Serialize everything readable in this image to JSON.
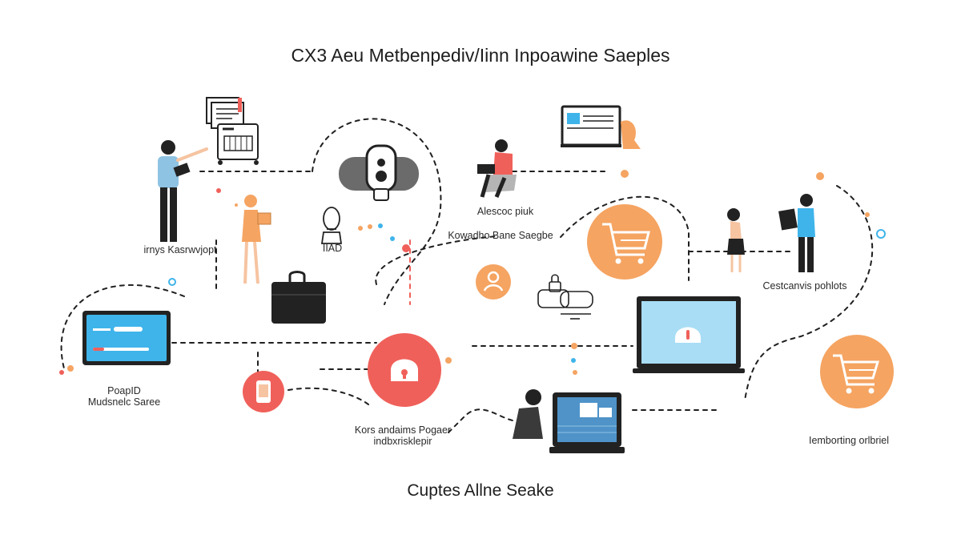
{
  "title": "CX3 Aeu Metbenpediv/Iinn Inpoawine Saeples",
  "footer": "Cuptes Allne Seake",
  "labels": {
    "left_person": "irnys Kasrwvjopt",
    "robot": "IIAD",
    "seated_person": "Alescoc piuk",
    "middle_caption": "Kowadho Bane Saegbe",
    "right_pair": "Cestcanvis pohlots",
    "left_card_line1": "PoapID",
    "left_card_line2": "Mudsnelc Saree",
    "center_line1": "Kors andaims Pogaer",
    "center_line2": "indbxrisklepir",
    "right_bottom": "Iemborting orlbriel"
  },
  "colors": {
    "coral": "#f0605a",
    "orange": "#f5a462",
    "sky": "#3fb4ea",
    "dark": "#222222",
    "line": "#1f1f1f"
  },
  "icons": [
    "document-stack-icon",
    "chart-terminal-icon",
    "person-tablet-icon",
    "woman-box-icon",
    "camera-security-icon",
    "robot-head-icon",
    "seated-laptop-person-icon",
    "monitor-chat-icon",
    "shopping-cart-icon",
    "user-circle-icon",
    "lock-chat-icon",
    "woman-icon",
    "man-laptop-icon",
    "payment-card-icon",
    "briefcase-icon",
    "padlock-icon",
    "phone-icon",
    "laptop-lock-icon",
    "woman-desktop-icon",
    "cart-circle-icon"
  ]
}
